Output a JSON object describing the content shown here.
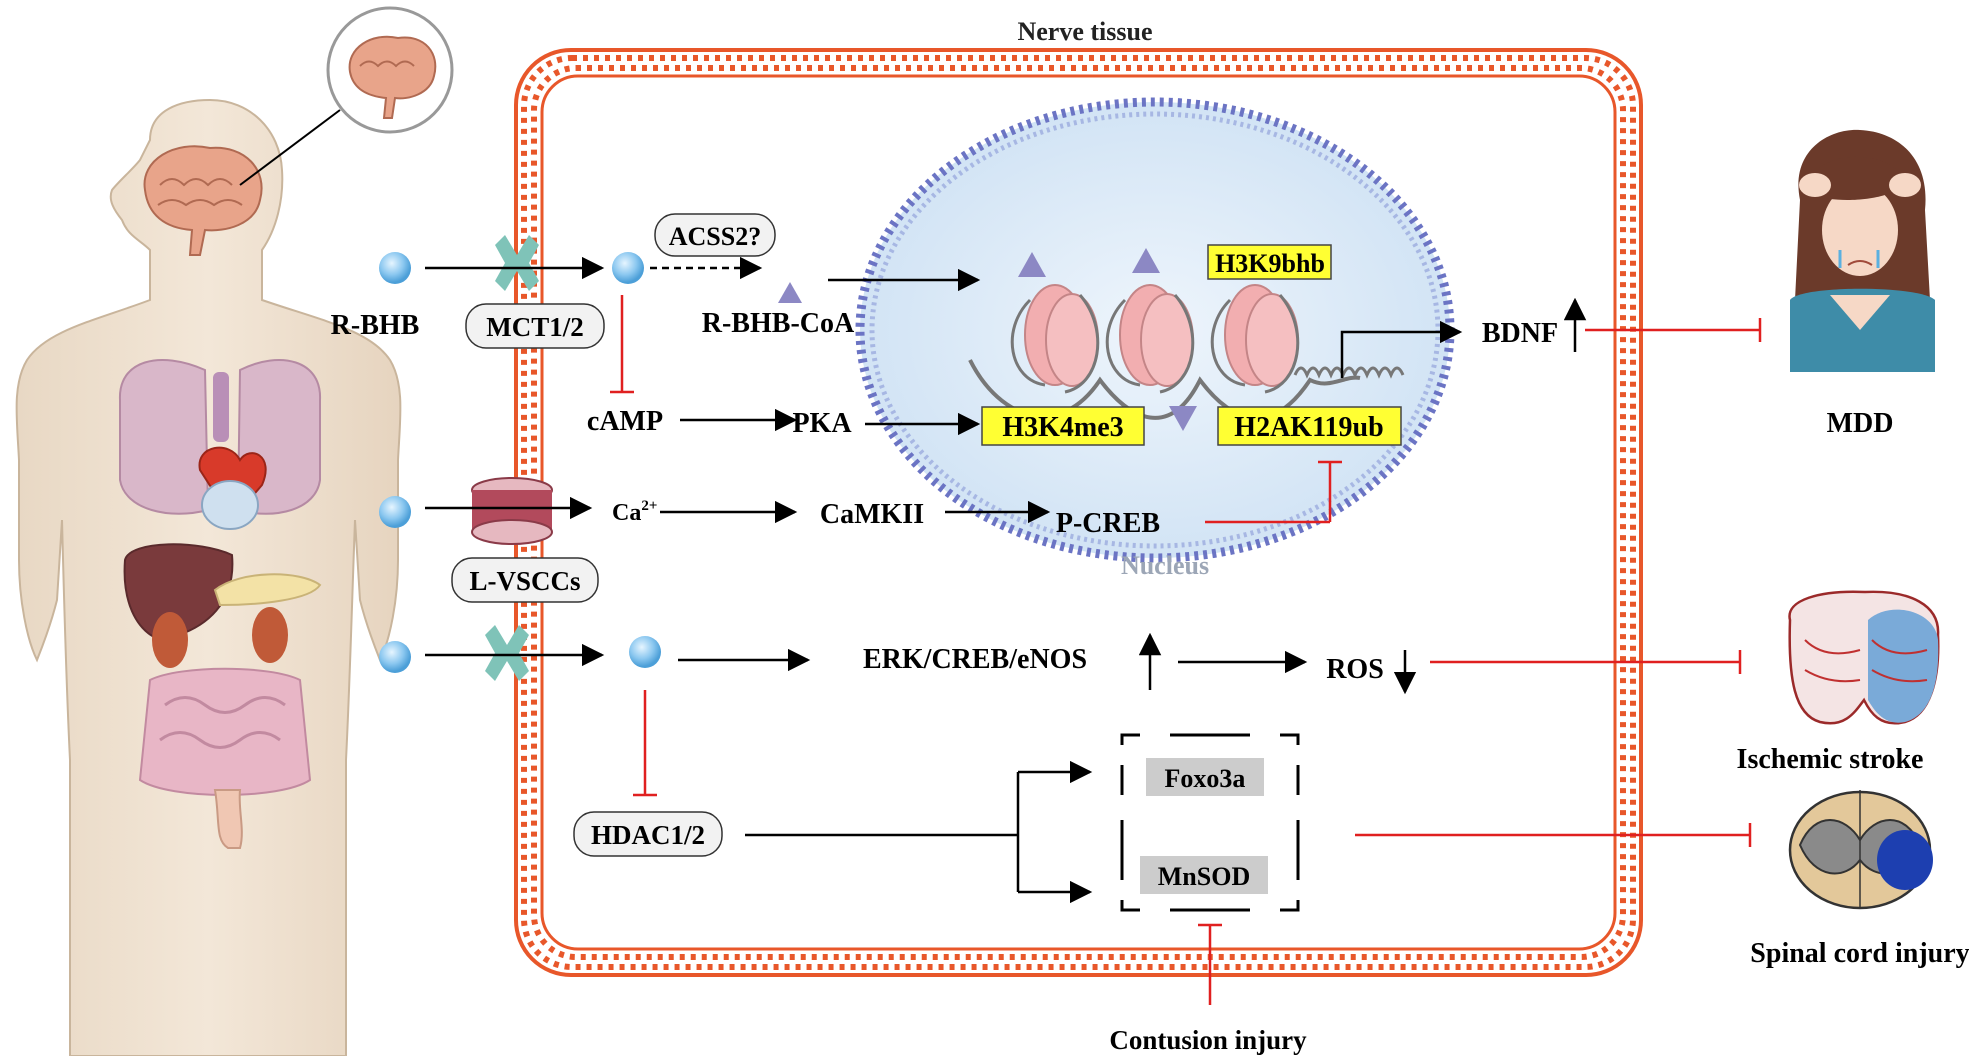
{
  "title": "Nerve tissue",
  "nucleus_label": "Nucleus",
  "molecules": {
    "rbhb": "R-BHB",
    "mct": "MCT1/2",
    "acss2": "ACSS2?",
    "rbhb_coa": "R-BHB-CoA",
    "camp": "cAMP",
    "pka": "PKA",
    "ca_base": "Ca",
    "ca_sup": "2+",
    "lvscc": "L-VSCCs",
    "camkii": "CaMKII",
    "pcreb": "P-CREB",
    "erk": "ERK/CREB/eNOS",
    "ros": "ROS",
    "hdac": "HDAC1/2",
    "foxo3a": "Foxo3a",
    "mnsod": "MnSOD",
    "contusion": "Contusion injury",
    "bdnf": "BDNF"
  },
  "histone_marks": {
    "h3k9bhb": "H3K9bhb",
    "h3k4me3": "H3K4me3",
    "h2ak119ub": "H2AK119ub"
  },
  "diseases": {
    "mdd": "MDD",
    "stroke": "Ischemic stroke",
    "sci": "Spinal cord injury"
  },
  "colors": {
    "membrane": "#e8572a",
    "inhibition": "#e02020",
    "nucleus_fill": "#dbe9f7",
    "nucleus_border": "#6b74c4",
    "highlight": "#ffff33",
    "molecule": "#6fb8ea",
    "triangle": "#8c88c4",
    "transporter": "#7fc3b8",
    "nucleosome": "#f2aeb0"
  }
}
